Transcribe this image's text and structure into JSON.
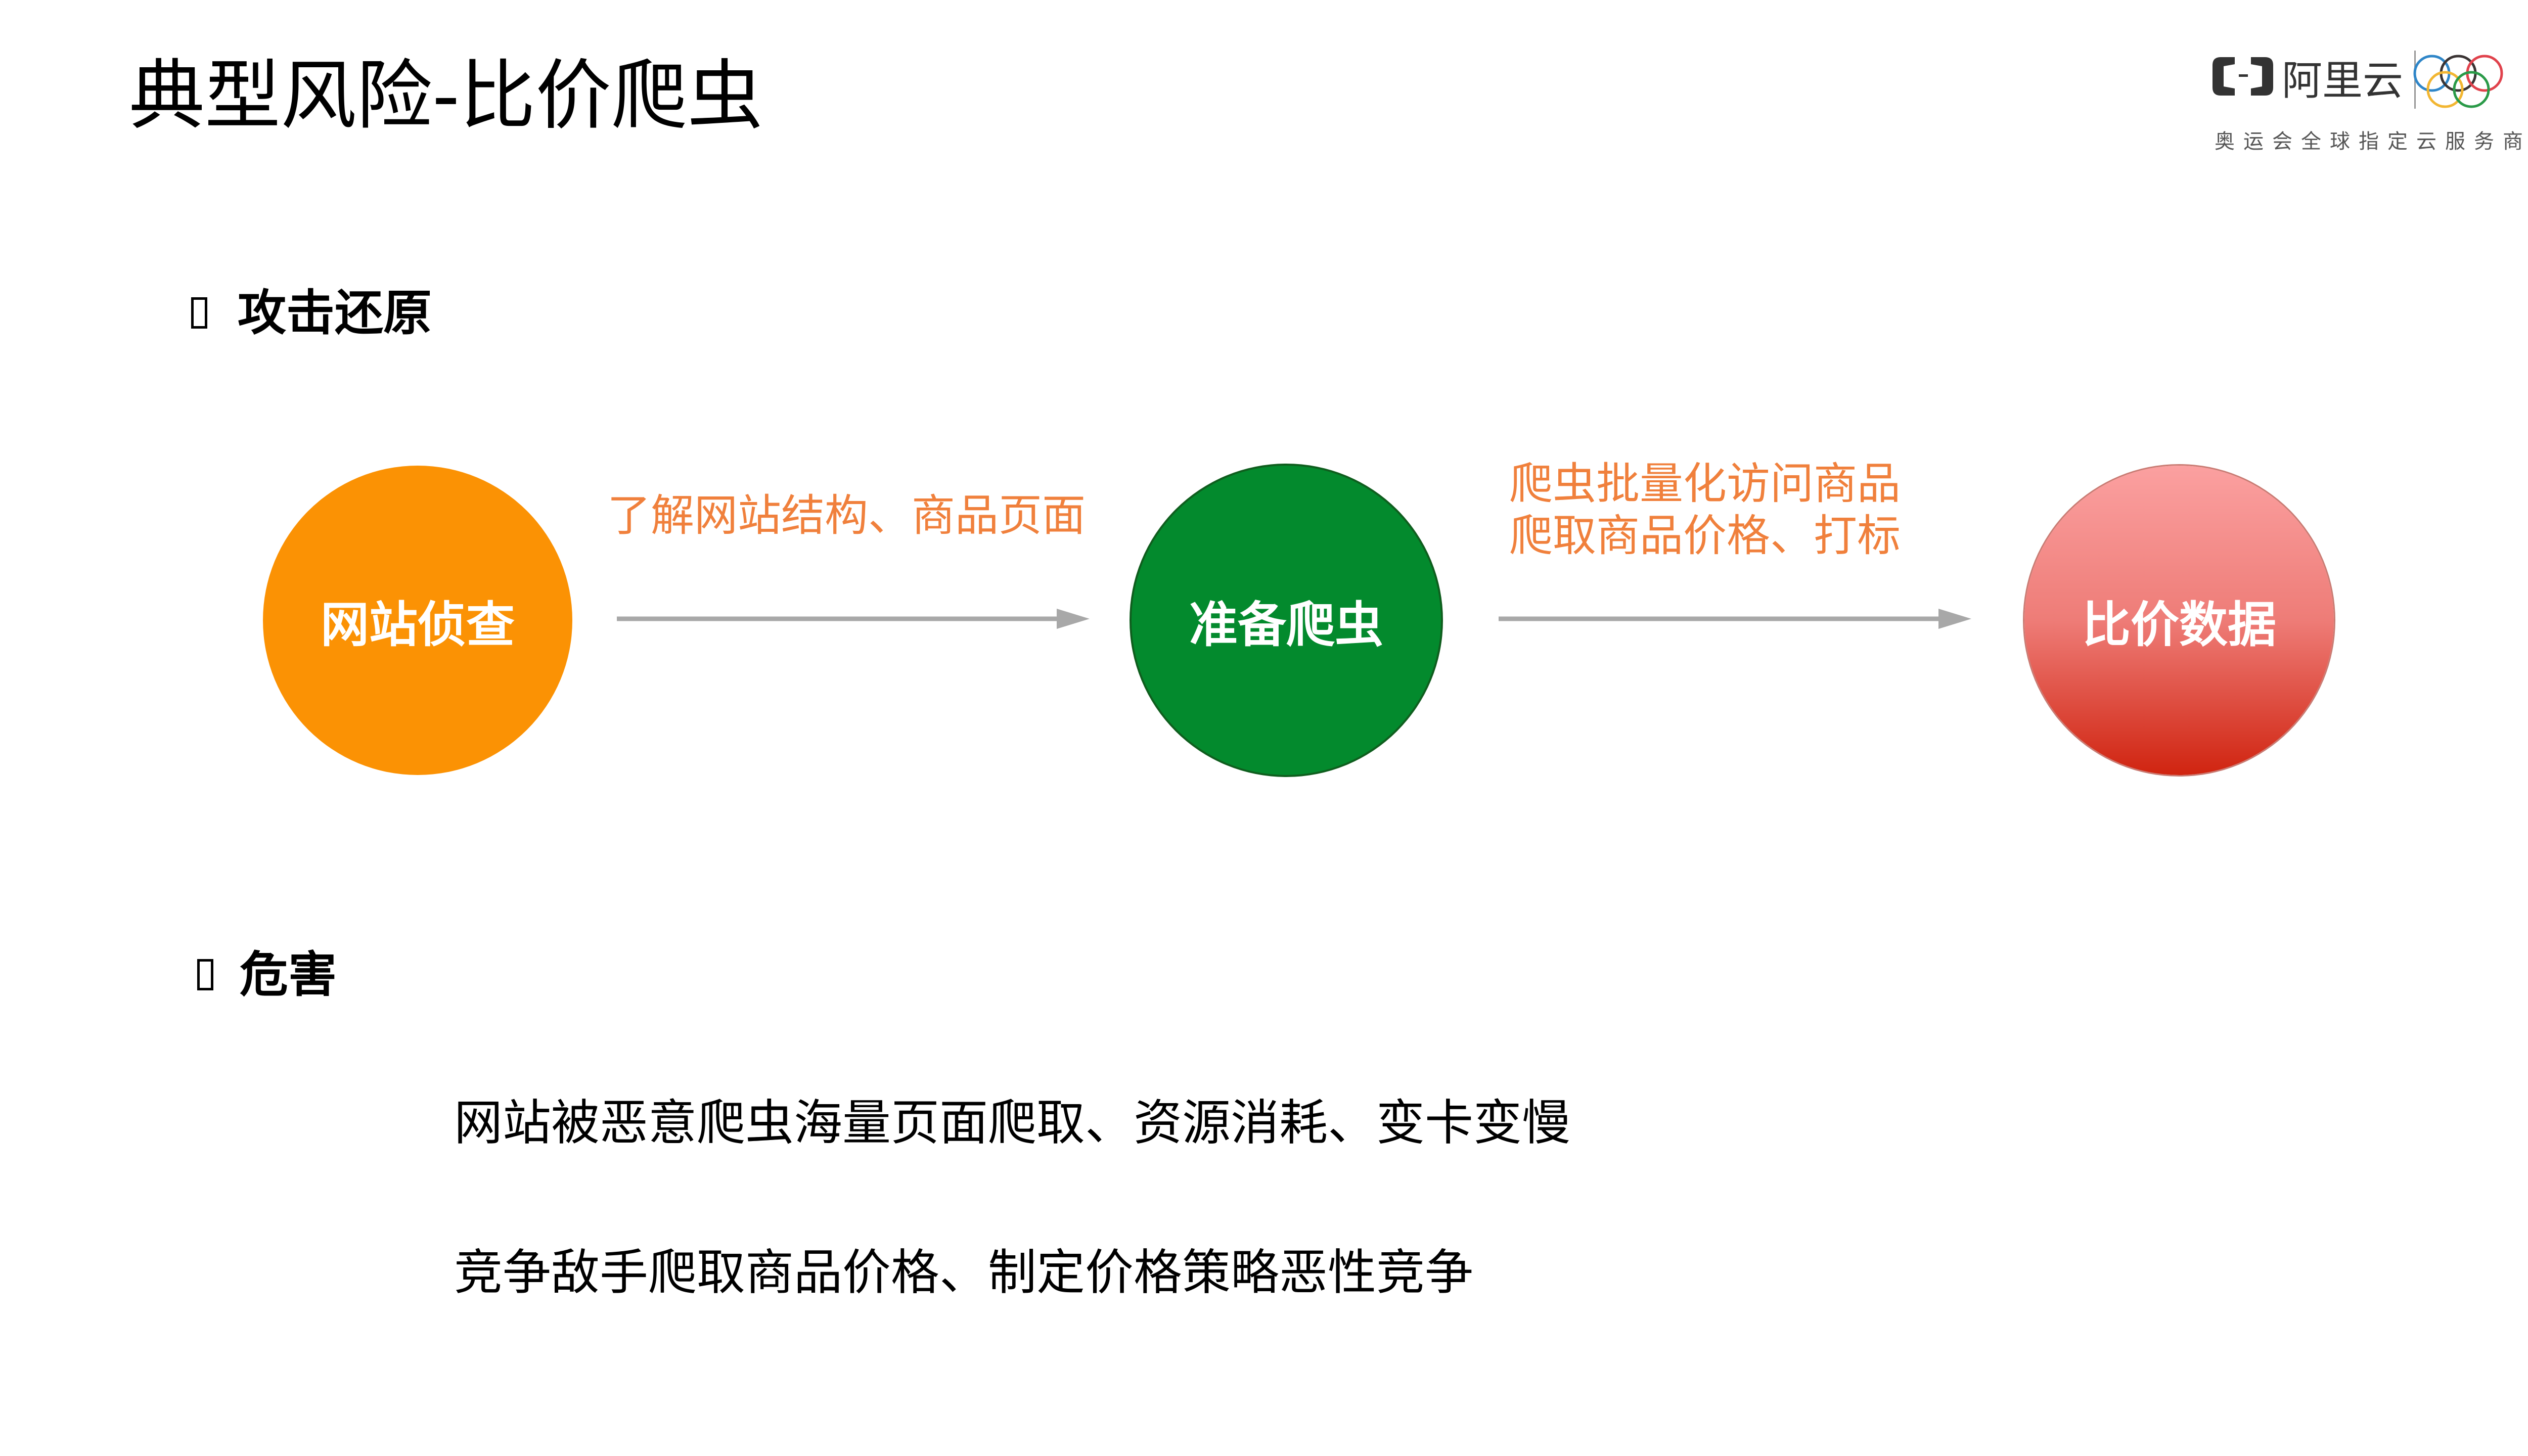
{
  "title": "典型风险-比价爬虫",
  "logo": {
    "brand": "阿里云",
    "tagline": "奥运会全球指定云服务商",
    "ring_colors": [
      "#2f86c8",
      "#3a3434",
      "#e0424c",
      "#f2b632",
      "#2a9a48"
    ]
  },
  "section_attack": {
    "heading": "攻击还原"
  },
  "flow": {
    "steps": [
      {
        "label": "网站侦查",
        "color": "#fb9204"
      },
      {
        "label": "准备爬虫",
        "color": "#038a2d"
      },
      {
        "label": "比价数据",
        "color": "#e0463a"
      }
    ],
    "arrows": [
      {
        "lines": [
          "了解网站结构、商品页面"
        ]
      },
      {
        "lines": [
          "爬虫批量化访问商品",
          "爬取商品价格、打标"
        ]
      }
    ],
    "label_color": "#f0803c"
  },
  "section_harm": {
    "heading": "危害",
    "items": [
      "网站被恶意爬虫海量页面爬取、资源消耗、变卡变慢",
      "竞争敌手爬取商品价格、制定价格策略恶性竞争"
    ]
  }
}
